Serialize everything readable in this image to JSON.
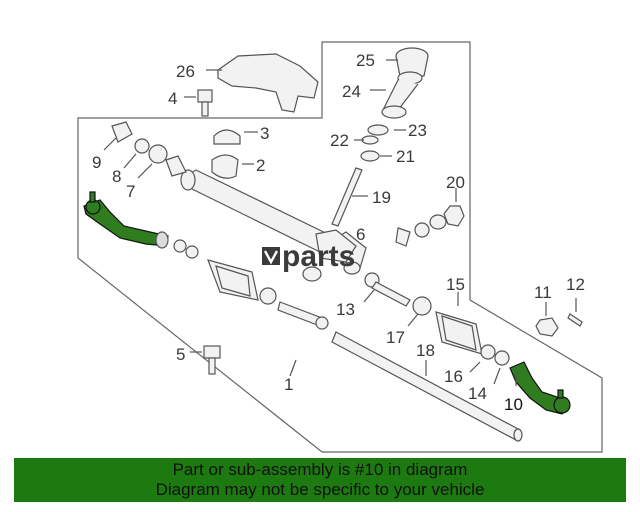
{
  "watermark": {
    "logo_text": "vparts"
  },
  "callouts": [
    "1",
    "2",
    "3",
    "4",
    "5",
    "6",
    "7",
    "8",
    "9",
    "10",
    "11",
    "12",
    "13",
    "14",
    "15",
    "16",
    "17",
    "18",
    "19",
    "20",
    "21",
    "22",
    "23",
    "24",
    "25",
    "26"
  ],
  "highlighted_part": "10",
  "colors": {
    "highlight": "#2f7d1e",
    "banner": "#1c7a10"
  },
  "banner": {
    "line1": "Part or sub-assembly is #10 in diagram",
    "line2": "Diagram may not be specific to your vehicle"
  }
}
